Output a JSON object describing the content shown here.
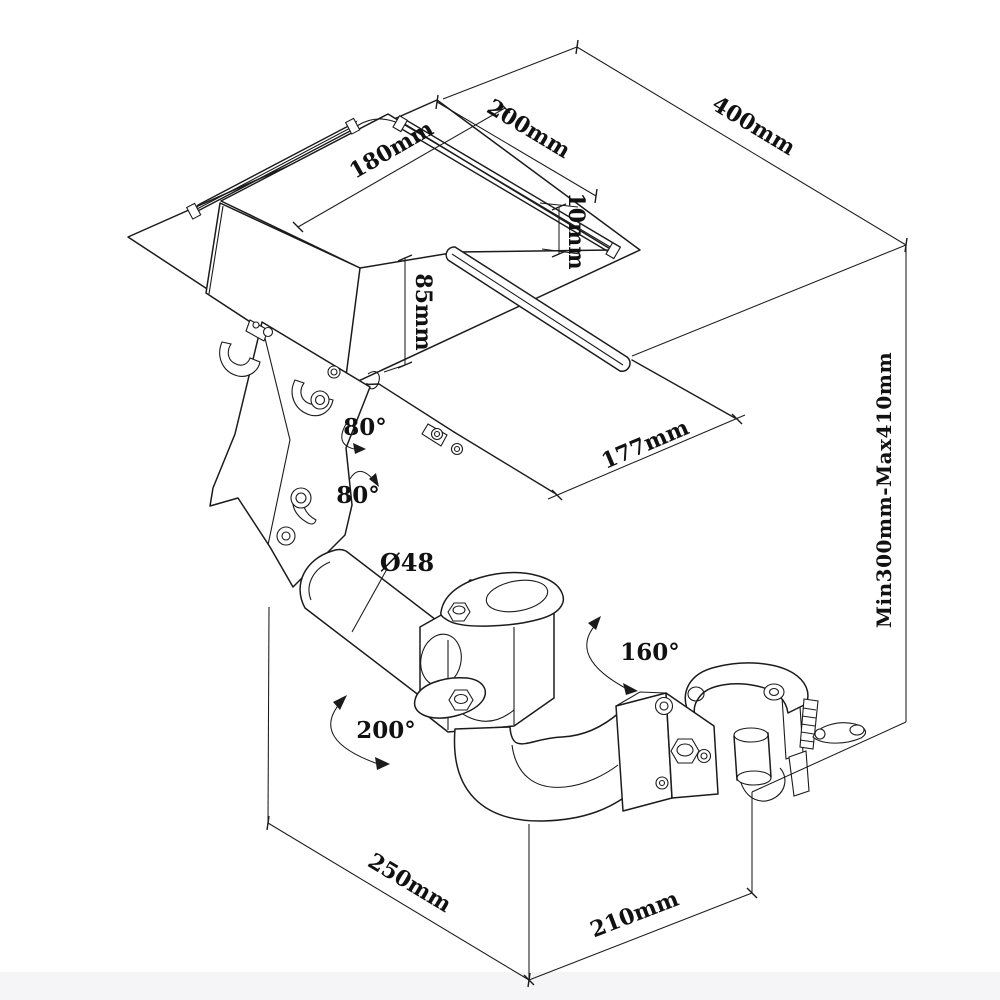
{
  "page": {
    "background": "#ffffff",
    "footer_strip_color": "#f5f5f7",
    "ink_color": "#1b1b1b"
  },
  "drawing": {
    "labels": {
      "d400": "400mm",
      "d200": "200mm",
      "d180": "180mm",
      "d10": "10mm",
      "d85": "85mm",
      "d177": "177mm",
      "d210": "210mm",
      "d250": "250mm",
      "dminmax": "Min300mm-Max410mm",
      "dia48": "Ø48",
      "tilt_upper": "80°",
      "tilt_lower": "80°",
      "swivel": "160°",
      "pan": "200°"
    }
  }
}
